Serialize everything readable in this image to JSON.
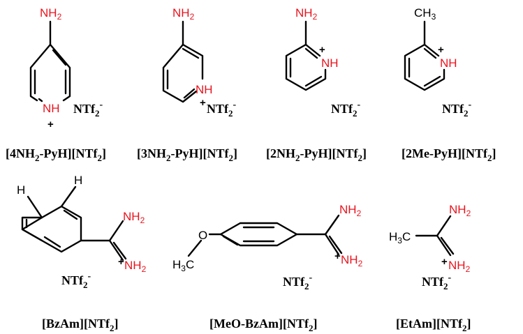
{
  "colors": {
    "heteroatom": "#e8141e",
    "text": "#000000",
    "background": "#ffffff"
  },
  "atoms": {
    "nh2": {
      "main": "NH",
      "sub": "2"
    },
    "nh": "NH",
    "ch3": {
      "main": "CH",
      "sub": "3"
    },
    "h3c": {
      "pre": "H",
      "sub": "3",
      "post": "C"
    },
    "h": "H",
    "o": "O",
    "plus": "+"
  },
  "anion": {
    "main": "NTf",
    "sub": "2",
    "sup": "-"
  },
  "compounds": [
    {
      "id": "4nh2-pyh",
      "name": {
        "a": "[4NH",
        "a_sub": "2",
        "b": "-PyH][NTf",
        "b_sub": "2",
        "c": "]"
      }
    },
    {
      "id": "3nh2-pyh",
      "name": {
        "a": "[3NH",
        "a_sub": "2",
        "b": "-PyH][NTf",
        "b_sub": "2",
        "c": "]"
      }
    },
    {
      "id": "2nh2-pyh",
      "name": {
        "a": "[2NH",
        "a_sub": "2",
        "b": "-PyH][NTf",
        "b_sub": "2",
        "c": "]"
      }
    },
    {
      "id": "2me-pyh",
      "name": {
        "a": "[2Me-PyH][NTf",
        "a_sub": "2",
        "b": "]"
      }
    },
    {
      "id": "bzam",
      "name": {
        "a": "[BzAm][NTf",
        "a_sub": "2",
        "b": "]"
      }
    },
    {
      "id": "meo-bzam",
      "name": {
        "a": "[MeO-BzAm][NTf",
        "a_sub": "2",
        "b": "]"
      }
    },
    {
      "id": "etam",
      "name": {
        "a": "[EtAm][NTf",
        "a_sub": "2",
        "b": "]"
      }
    }
  ]
}
